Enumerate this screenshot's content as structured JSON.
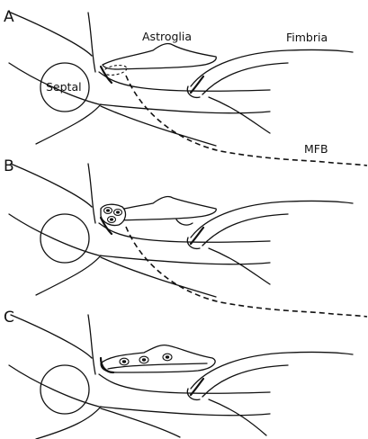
{
  "panels": {
    "a": {
      "letter": "A",
      "septal": "Septal",
      "astroglia": "Astroglia",
      "fimbria": "Fimbria",
      "mfb": "MFB"
    },
    "b": {
      "letter": "B"
    },
    "c": {
      "letter": "C"
    }
  }
}
